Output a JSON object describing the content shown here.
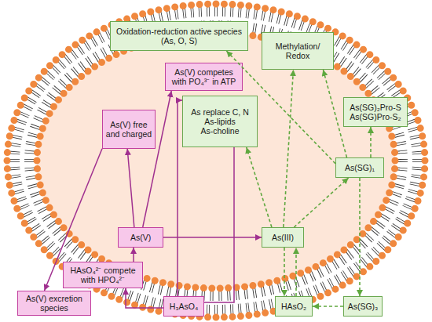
{
  "diagram": {
    "nodes": [
      {
        "text": [
          "Oxidation-reduction active species (As, O, S)"
        ]
      },
      {
        "text": [
          "Methylation/ Redox"
        ]
      },
      {
        "text": [
          "As(V) competes with PO₄³⁻ in ATP"
        ]
      },
      {
        "text": [
          "As replace C, N",
          "As-lipids",
          "As-choline"
        ]
      },
      {
        "text": [
          "As(SG)₂Pro-S",
          "As(SG)Pro-S₂"
        ]
      },
      {
        "text": [
          "As(V) free and charged"
        ]
      },
      {
        "text": [
          "As(SG)₁"
        ]
      },
      {
        "text": [
          "As(V)"
        ]
      },
      {
        "text": [
          "As(III)"
        ]
      },
      {
        "text": [
          "HAsO₄²⁻ compete with HPO₄²⁻"
        ]
      },
      {
        "text": [
          "As(V) excretion species"
        ]
      },
      {
        "text": [
          "H₃AsO₄"
        ]
      },
      {
        "text": [
          "HAsO₂"
        ]
      },
      {
        "text": [
          "As(SG)₃"
        ]
      }
    ],
    "edges": [
      {
        "from": 7,
        "to": 2,
        "arrow": "to"
      },
      {
        "from": 7,
        "to": 5,
        "arrow": "to"
      },
      {
        "from": 5,
        "to": 10,
        "arrow": "to"
      },
      {
        "from": 7,
        "to": 8,
        "arrow": "to"
      },
      {
        "from": 9,
        "to": 7,
        "arrow": "to"
      },
      {
        "from": 11,
        "to": 9,
        "arrow": "to"
      },
      {
        "from": 11,
        "to": 3,
        "arrow": "to"
      },
      {
        "from": 3,
        "to": 11,
        "arrow": "none"
      },
      {
        "from": 6,
        "to": 0,
        "arrow": "to"
      },
      {
        "from": 6,
        "to": 1,
        "arrow": "to"
      },
      {
        "from": 8,
        "to": 1,
        "arrow": "to"
      },
      {
        "from": 8,
        "to": 3,
        "arrow": "to"
      },
      {
        "from": 8,
        "to": 6,
        "arrow": "to"
      },
      {
        "from": 6,
        "to": 4,
        "arrow": "to"
      },
      {
        "from": 8,
        "to": 12,
        "arrow": "to"
      },
      {
        "from": 12,
        "to": 8,
        "arrow": "to"
      },
      {
        "from": 6,
        "to": 13,
        "arrow": "to"
      },
      {
        "from": 13,
        "to": 12,
        "arrow": "to"
      }
    ]
  }
}
